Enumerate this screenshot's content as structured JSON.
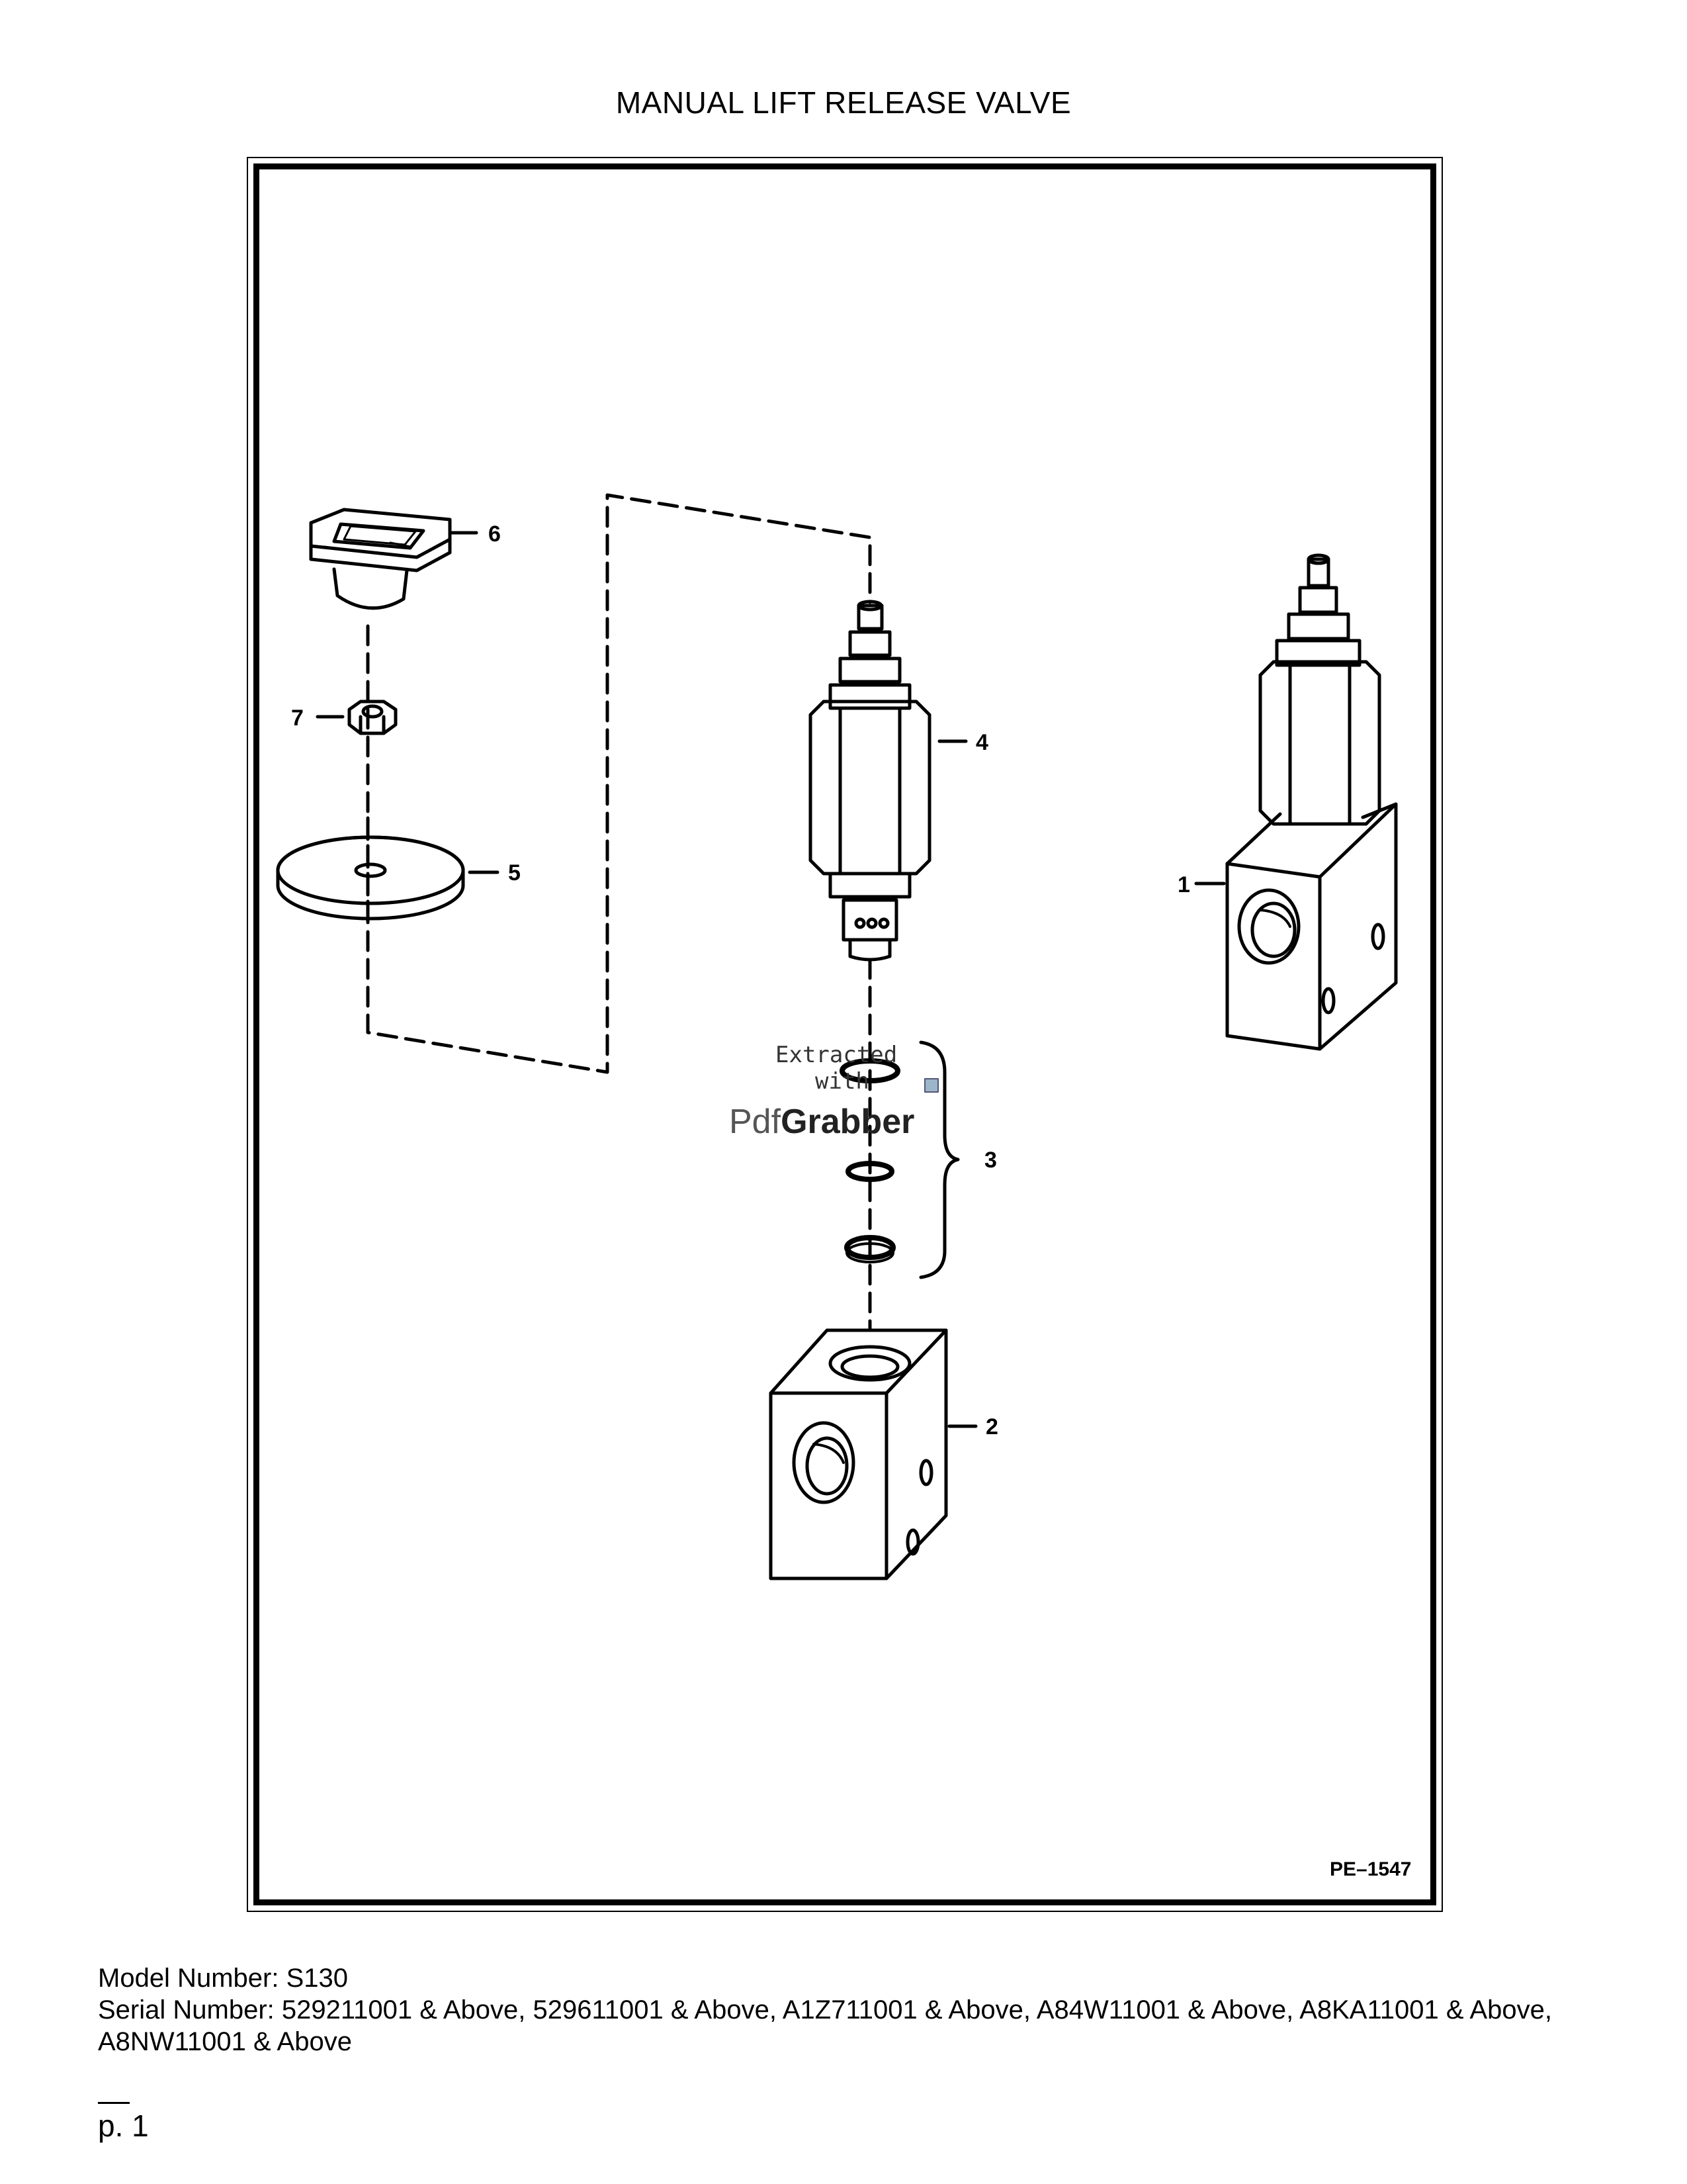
{
  "page": {
    "title": "MANUAL LIFT RELEASE VALVE",
    "figure_code": "PE–1547",
    "page_number": "p. 1"
  },
  "callouts": {
    "c1": "1",
    "c2": "2",
    "c3": "3",
    "c4": "4",
    "c5": "5",
    "c6": "6",
    "c7": "7"
  },
  "watermark": {
    "line1": "Extracted",
    "line2": "with",
    "brand_light": "Pdf",
    "brand_bold": "Grabber"
  },
  "footer": {
    "model_label": "Model Number:",
    "model_value": "S130",
    "serial_label": "Serial Number:",
    "serial_value": "529211001 & Above, 529611001 & Above, A1Z711001 & Above, A84W11001 & Above, A8KA11001 & Above, A8NW11001 & Above"
  }
}
